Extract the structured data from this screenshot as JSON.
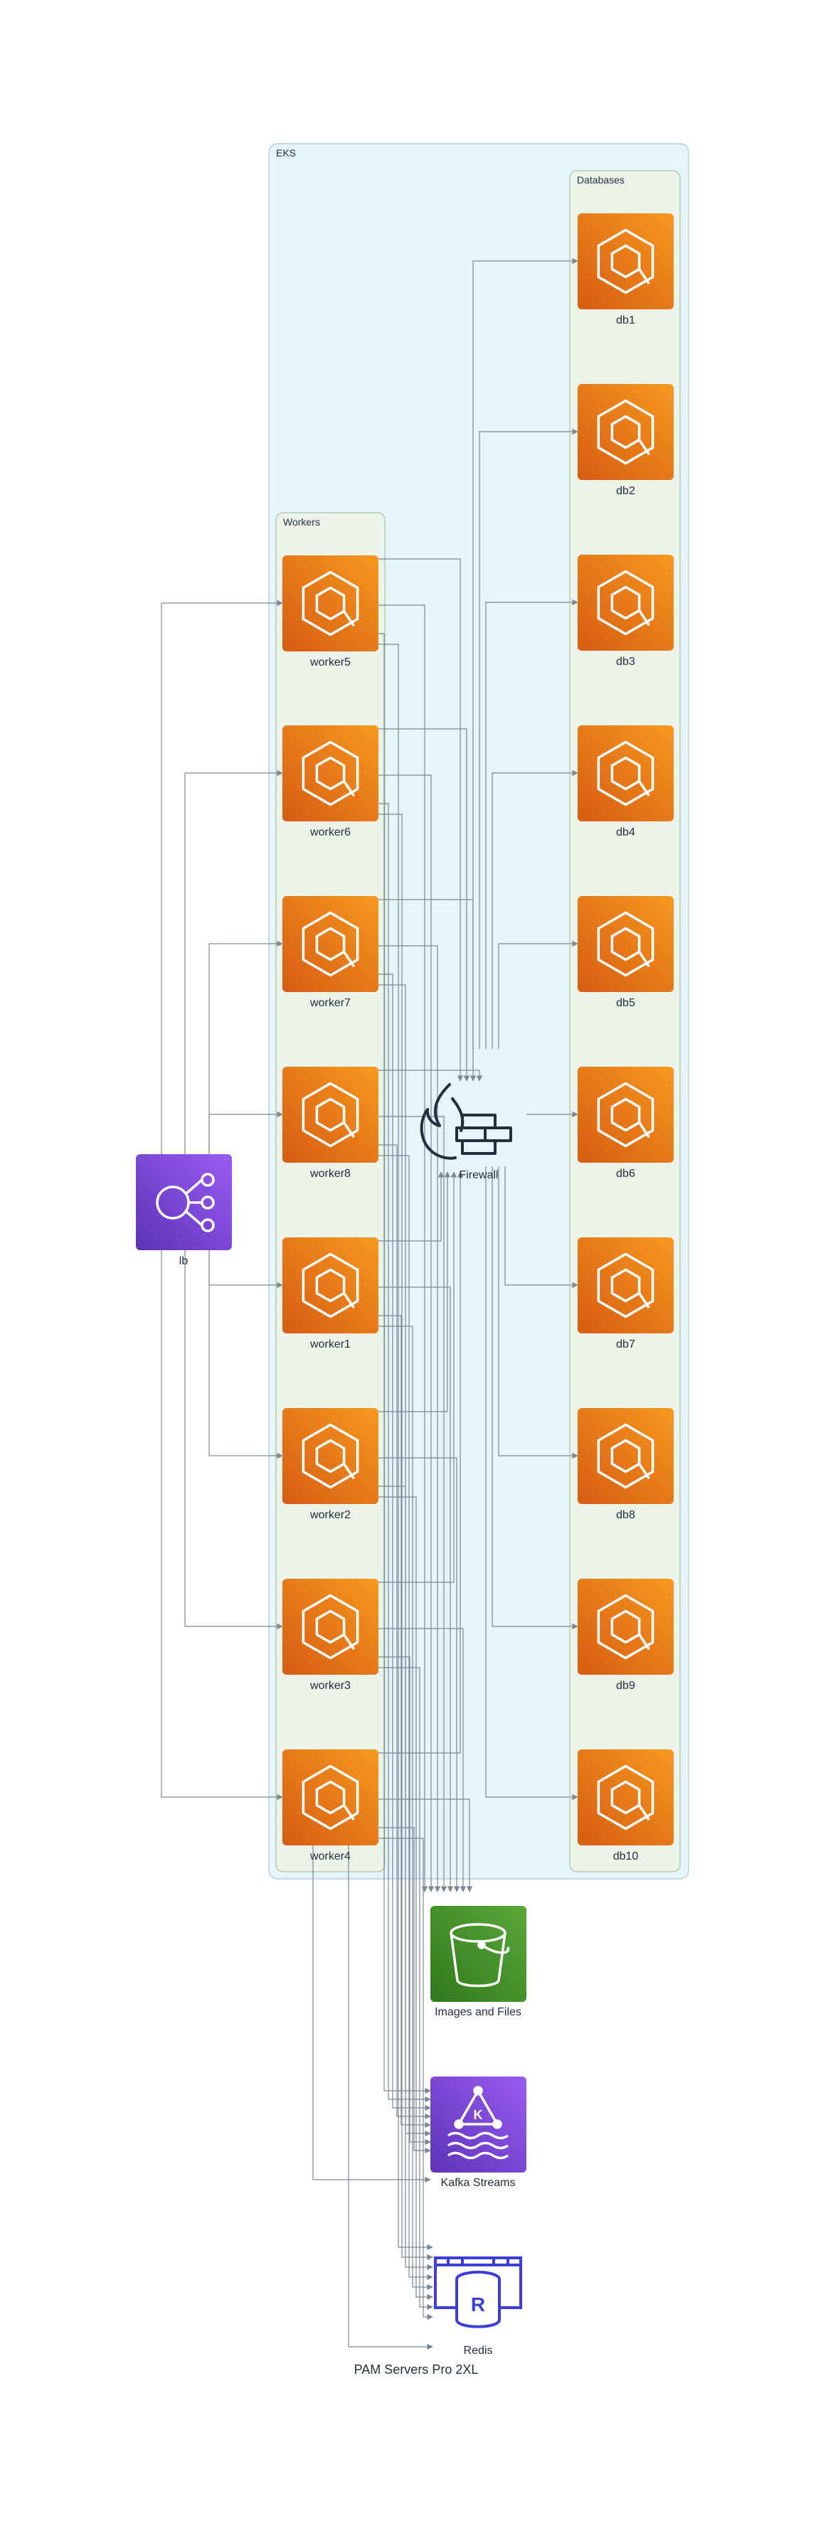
{
  "diagram": {
    "title": "PAM Servers Pro 2XL",
    "clusters": {
      "eks": "EKS",
      "workers": "Workers",
      "databases": "Databases"
    },
    "nodes": {
      "lb": "lb",
      "firewall": "Firewall",
      "images": "Images and Files",
      "kafka": "Kafka Streams",
      "redis": "Redis",
      "workers": [
        "worker5",
        "worker6",
        "worker7",
        "worker8",
        "worker1",
        "worker2",
        "worker3",
        "worker4"
      ],
      "databases": [
        "db1",
        "db2",
        "db3",
        "db4",
        "db5",
        "db6",
        "db7",
        "db8",
        "db9",
        "db10"
      ]
    },
    "icons": {
      "lb": "elb-network-icon",
      "worker": "ecs-container-icon",
      "database": "ecs-container-icon",
      "firewall": "firewall-icon",
      "images": "s3-bucket-icon",
      "kafka": "kafka-streams-icon",
      "redis": "redis-icon"
    },
    "colors": {
      "orange_top": "#f7981f",
      "orange_bottom": "#d65c12",
      "purple_top": "#9a5cf2",
      "purple_bottom": "#5d33b8",
      "green_top": "#5aa83a",
      "green_bottom": "#2f7a1c",
      "redis_blue": "#3b3fd8",
      "edge": "#7b8894",
      "eks_fill": "#e6f4fb",
      "group_fill": "#ecf3e8"
    }
  }
}
